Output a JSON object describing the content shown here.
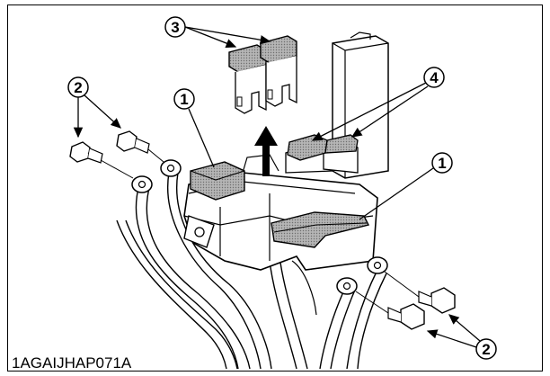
{
  "figure": {
    "figure_code": "1AGAIJHAP071A",
    "callouts": {
      "one_left": "1",
      "one_right": "1",
      "two_top": "2",
      "two_bottom": "2",
      "three": "3",
      "four": "4"
    },
    "parts": {
      "fuses": "fuse-icon",
      "bolts": "bolt-icon",
      "covers": "cover-icon",
      "relays": "relay-icon",
      "terminals": "ring-terminal-icon",
      "arrow": "removal-arrow-icon"
    },
    "colors": {
      "line": "#000000",
      "shading": "#9a9a9a",
      "background": "#ffffff"
    }
  }
}
